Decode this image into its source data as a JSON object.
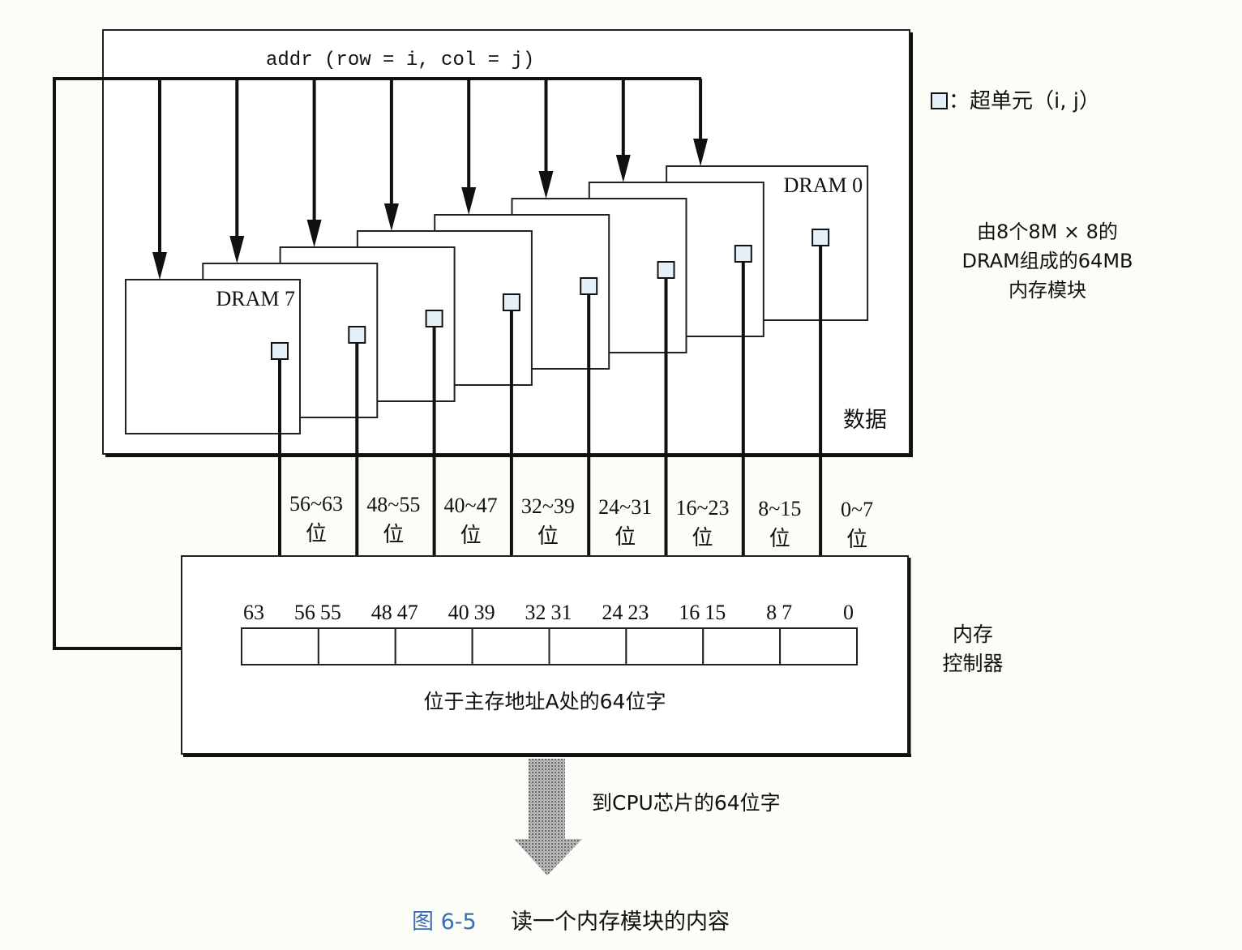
{
  "addr_label": "addr (row = i, col = j)",
  "legend": {
    "text": "：超单元（i, j）",
    "icon": "supercell-square-icon"
  },
  "module_description": [
    "由8个8M × 8的",
    "DRAM组成的64MB",
    "内存模块"
  ],
  "data_label": "数据",
  "drams": [
    {
      "name": "DRAM 7",
      "bits": "56~63",
      "unit": "位"
    },
    {
      "name": "",
      "bits": "48~55",
      "unit": "位"
    },
    {
      "name": "",
      "bits": "40~47",
      "unit": "位"
    },
    {
      "name": "",
      "bits": "32~39",
      "unit": "位"
    },
    {
      "name": "",
      "bits": "24~31",
      "unit": "位"
    },
    {
      "name": "",
      "bits": "16~23",
      "unit": "位"
    },
    {
      "name": "",
      "bits": "8~15",
      "unit": "位"
    },
    {
      "name": "DRAM 0",
      "bits": "0~7",
      "unit": "位"
    }
  ],
  "bit_numbers": [
    "63",
    "56",
    "55",
    "48",
    "47",
    "40",
    "39",
    "32",
    "31",
    "24",
    "23",
    "16",
    "15",
    "8",
    "7",
    "0"
  ],
  "controller_label": [
    "内存",
    "控制器"
  ],
  "word_label": "位于主存地址A处的64位字",
  "output_label": "到CPU芯片的64位字",
  "caption": {
    "number": "图 6-5",
    "title": "读一个内存模块的内容",
    "number_color": "#3a6db5"
  }
}
